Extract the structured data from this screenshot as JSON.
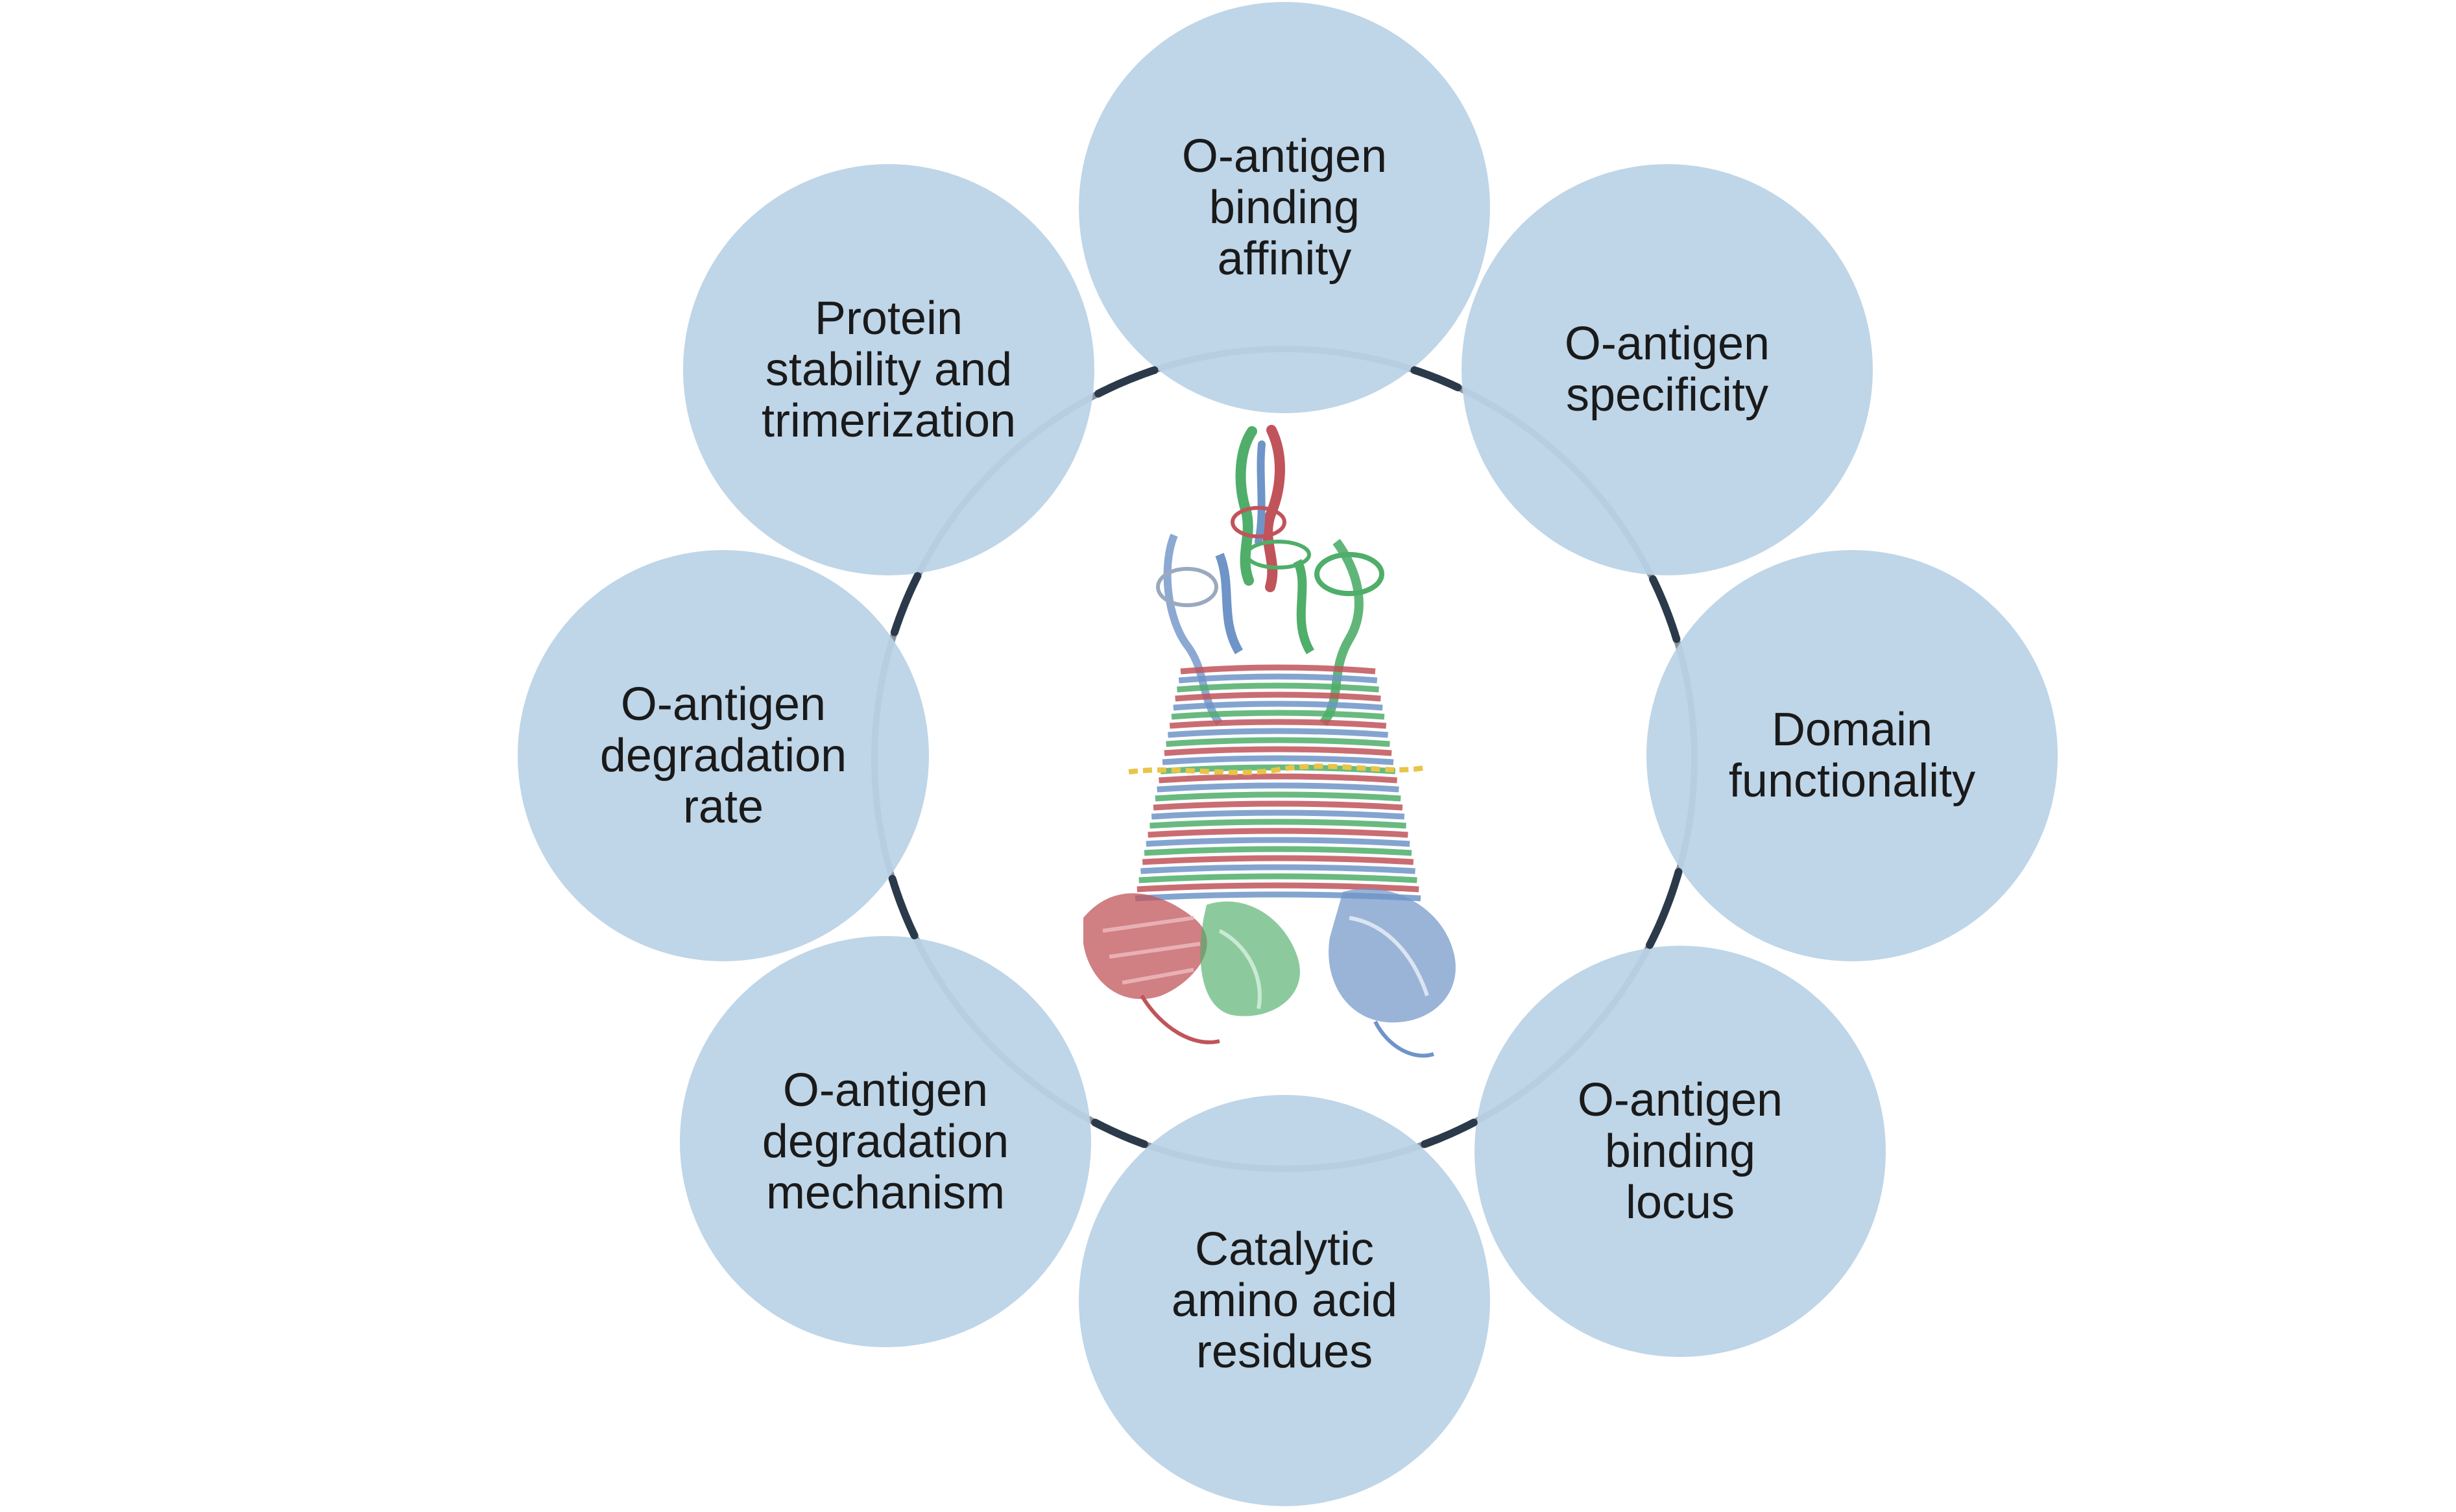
{
  "diagram": {
    "center_image": "protein-trimer-ribbon-structure",
    "colors": {
      "node_fill": "#bad2e6",
      "ring_stroke": "#2b3a4a",
      "label_text": "#1a1a1a",
      "chain_red": "#c0545a",
      "chain_blue": "#6f94c8",
      "chain_green": "#4fae6a",
      "ligand_yellow": "#e8c547"
    },
    "nodes": [
      {
        "id": "top",
        "label": "O-antigen\nbinding\naffinity"
      },
      {
        "id": "top-right",
        "label": "O-antigen\nspecificity"
      },
      {
        "id": "right",
        "label": "Domain\nfunctionality"
      },
      {
        "id": "bottom-right",
        "label": "O-antigen\nbinding\nlocus"
      },
      {
        "id": "bottom",
        "label": "Catalytic\namino acid\nresidues"
      },
      {
        "id": "bottom-left",
        "label": "O-antigen\ndegradation\nmechanism"
      },
      {
        "id": "left",
        "label": "O-antigen\ndegradation\nrate"
      },
      {
        "id": "top-left",
        "label": "Protein\nstability and\ntrimerization"
      }
    ]
  }
}
